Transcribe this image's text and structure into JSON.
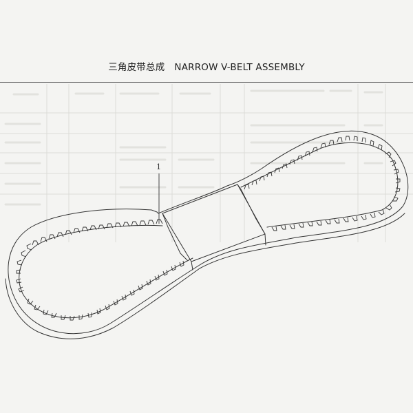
{
  "page": {
    "title_zh": "三角皮带总成",
    "title_en": "NARROW V-BELT ASSEMBLY"
  },
  "figure": {
    "callouts": [
      {
        "label": "1"
      }
    ]
  },
  "colors": {
    "background": "#f4f4f2",
    "line": "#333333",
    "bleed_through": "#d9d9d6"
  }
}
